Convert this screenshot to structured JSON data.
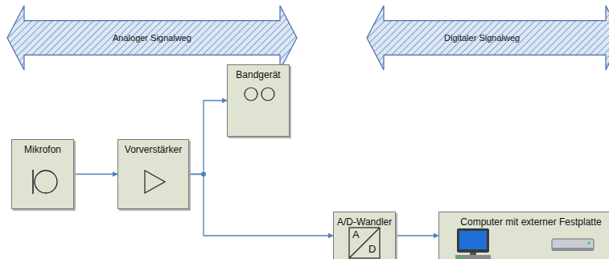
{
  "diagram": {
    "nodes": [
      {
        "text": [
          "Analoger Signalweg"
        ]
      },
      {
        "text": [
          "Digitaler Signalweg"
        ]
      },
      {
        "text": [
          "Bandgerät"
        ]
      },
      {
        "text": [
          "Mikrofon"
        ]
      },
      {
        "text": [
          "Vorverstärker"
        ]
      },
      {
        "text": [
          "A/D-Wandler"
        ]
      },
      {
        "text": [
          "Computer mit externer Festplatte"
        ]
      }
    ],
    "edges": [
      {
        "from": 3,
        "to": 4,
        "arrow": "to"
      },
      {
        "from": 4,
        "to": 2,
        "arrow": "to"
      },
      {
        "from": 4,
        "to": 5,
        "arrow": "to"
      },
      {
        "from": 5,
        "to": 6,
        "arrow": "to"
      }
    ],
    "labels": [
      "A",
      "D"
    ]
  }
}
